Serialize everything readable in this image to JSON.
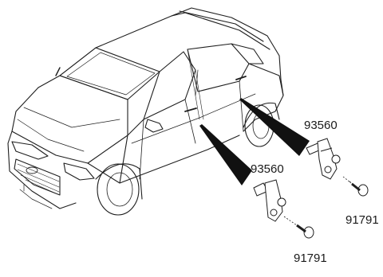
{
  "callouts": {
    "switch_rear_door": "93560",
    "switch_front_door": "93560",
    "screw_rear": "91791",
    "screw_front": "91791"
  }
}
